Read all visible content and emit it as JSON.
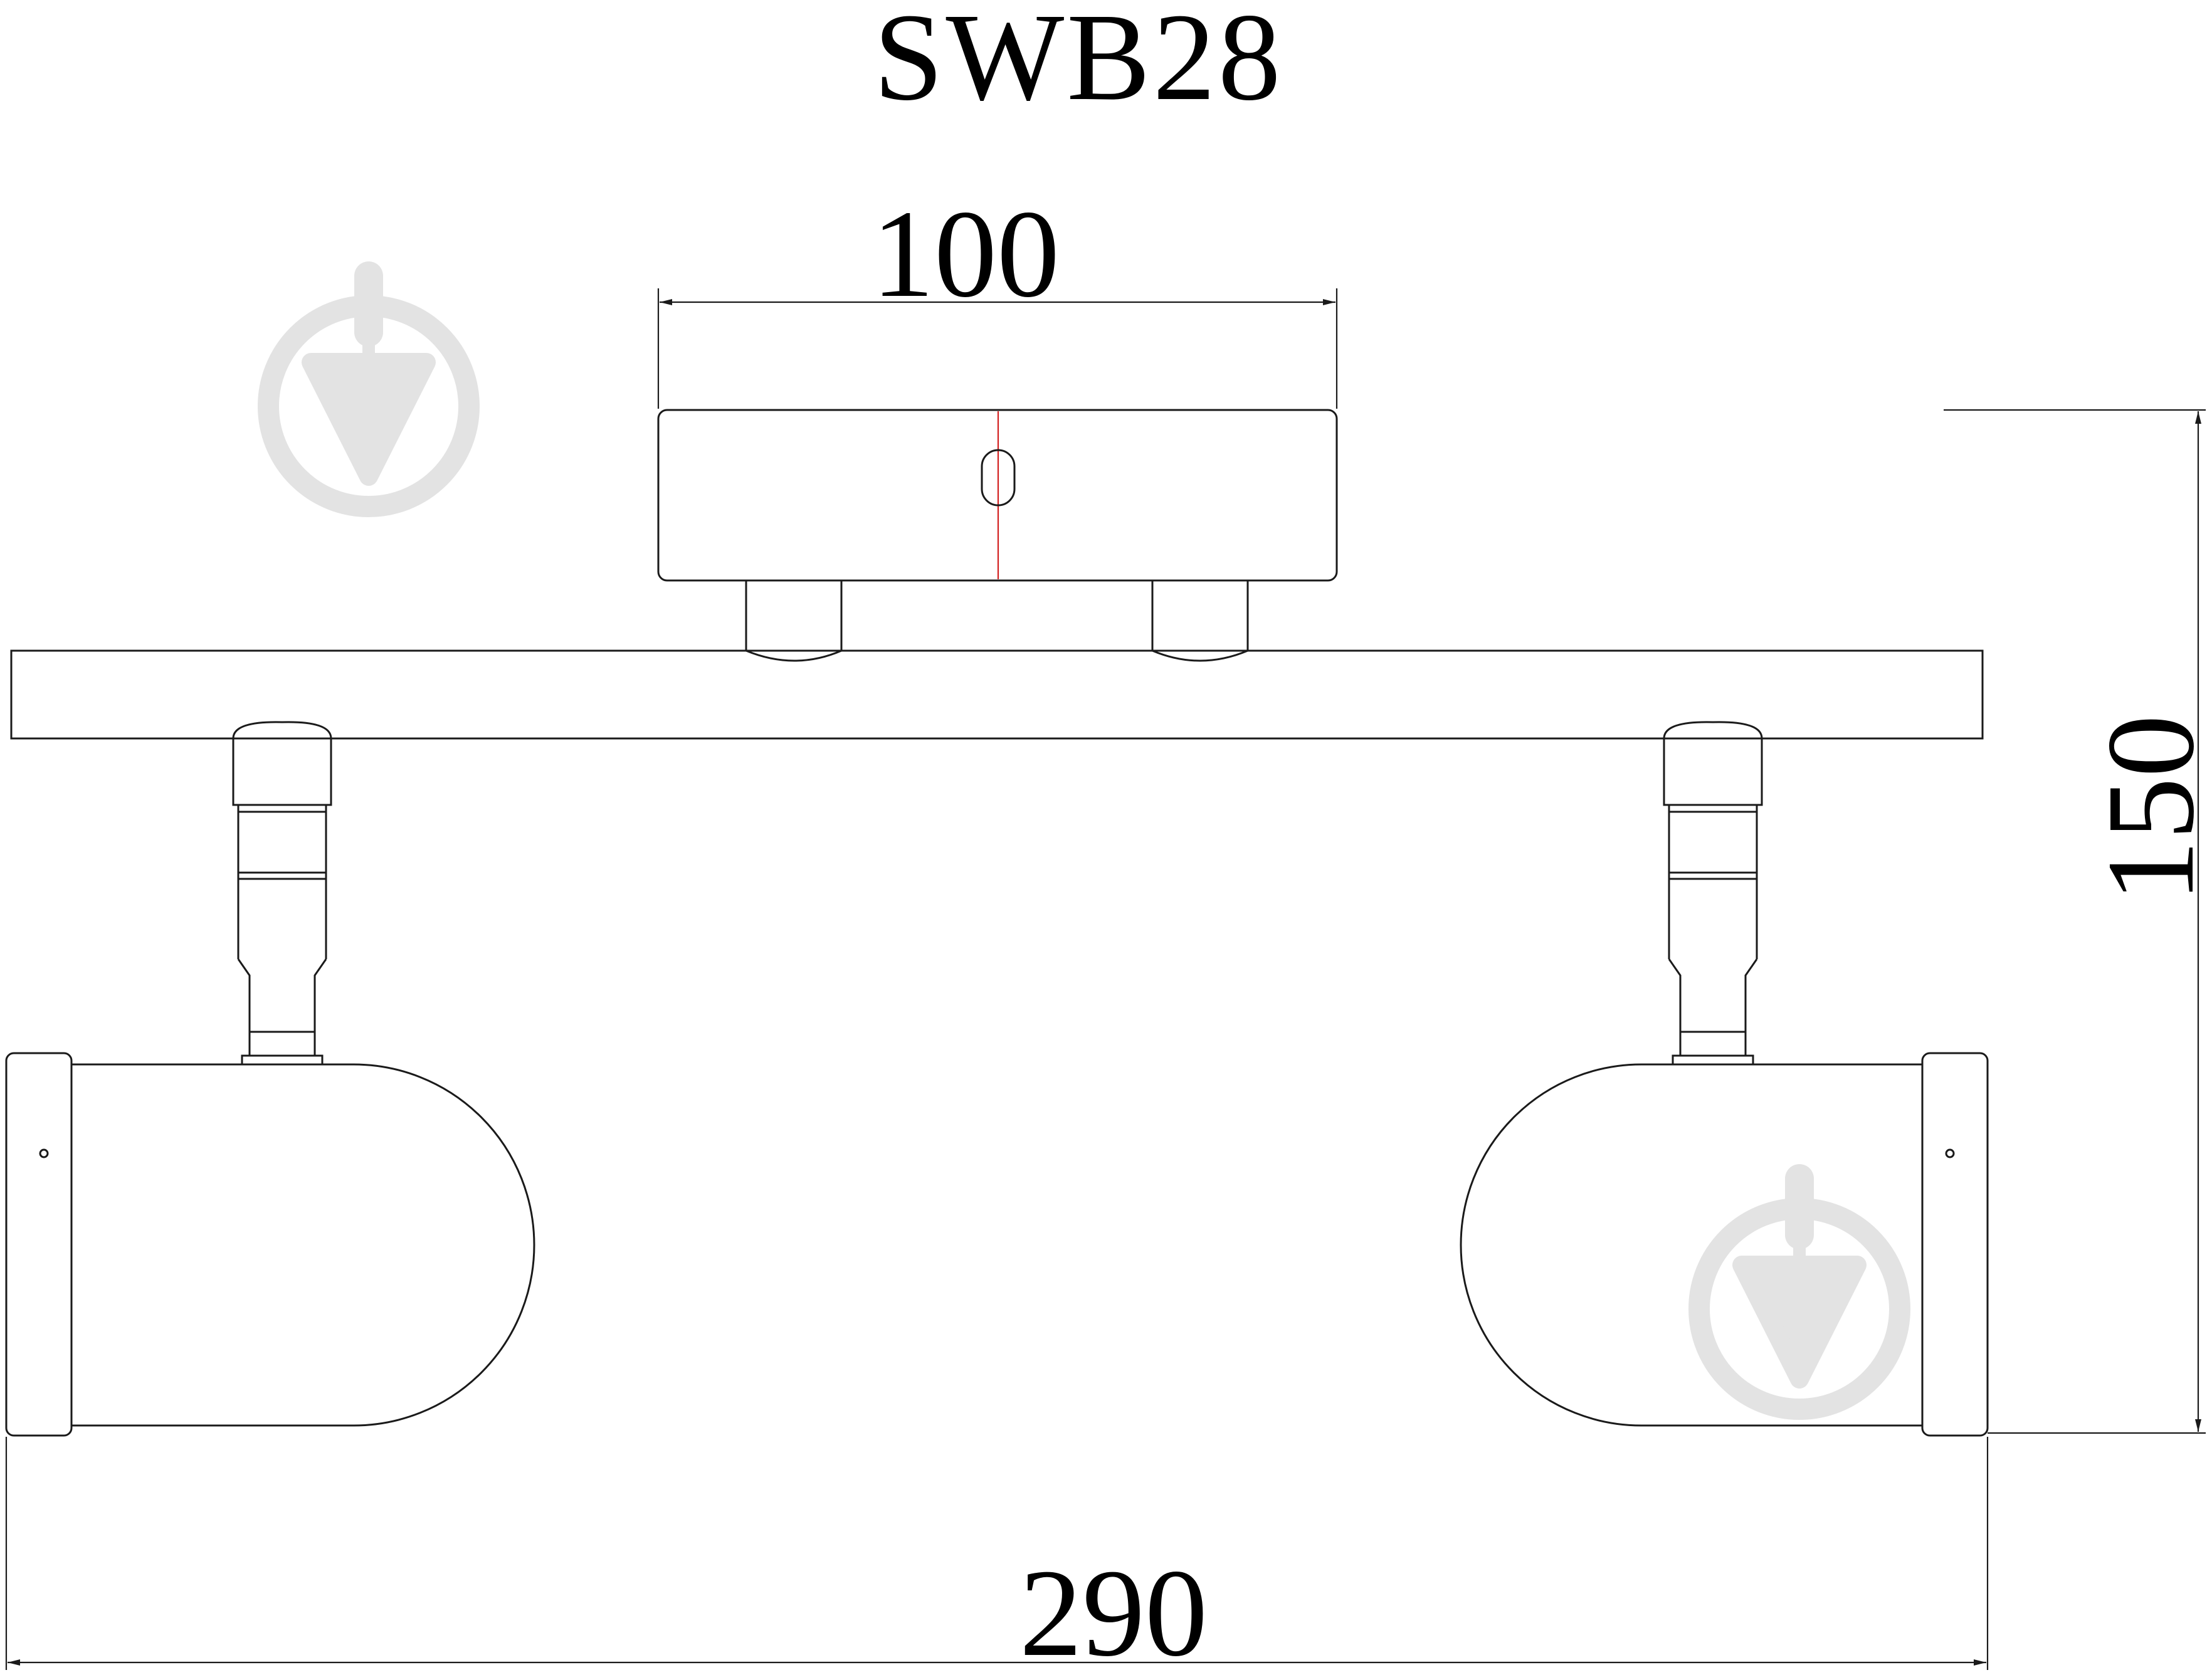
{
  "model": "SWB28",
  "dimensions": {
    "mount_width": "100",
    "height": "150",
    "total_length": "290"
  },
  "watermark": {
    "icon": "down-arrow-circle-icon",
    "color": "#e3e3e3"
  },
  "colors": {
    "line": "#1a1a1a",
    "center_line": "#d32020",
    "background": "#ffffff"
  }
}
